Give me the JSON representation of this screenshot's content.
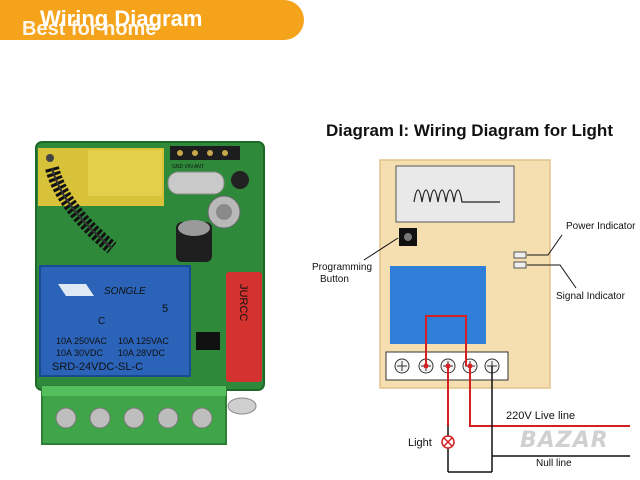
{
  "banner": {
    "title": "Wiring Diagram",
    "overlay_text": "Best for home"
  },
  "diagram": {
    "title": "Diagram I: Wiring Diagram for Light",
    "labels": {
      "programming_button_line1": "Programming",
      "programming_button_line2": "Button",
      "power_indicator": "Power Indicator",
      "signal_indicator": "Signal  Indicator",
      "live_line": "220V Live line",
      "light": "Light",
      "null_line": "Null line"
    }
  },
  "relay": {
    "brand": "SONGLE",
    "rating_left_1": "10A 250VAC",
    "rating_left_2": "10A  30VDC",
    "rating_right_1": "10A 125VAC",
    "rating_right_2": "10A  28VDC",
    "model": "SRD-24VDC-SL-C",
    "side_text": "JURCC",
    "cert_c": "C",
    "cert_5": "5"
  },
  "board_labels": {
    "pins": "GND  VIN  ANT"
  },
  "watermark": "BAZAR",
  "colors": {
    "banner": "#f5a31a",
    "module_bg": "#f5deb0",
    "relay_blue": "#2f7fd8",
    "live_wire": "#d42020",
    "pcb_green": "#2e8a3a",
    "terminal_green": "#4caf50"
  }
}
